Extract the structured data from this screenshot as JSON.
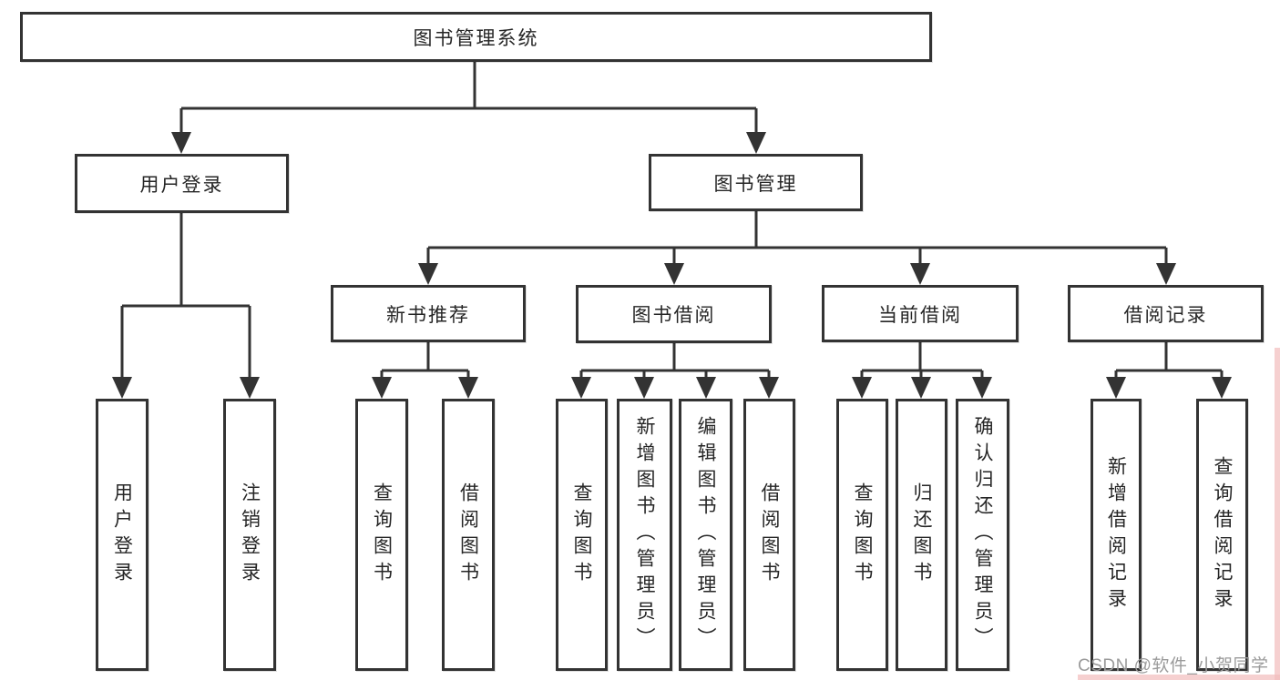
{
  "diagram": {
    "root": {
      "label": "图书管理系统"
    },
    "level2": [
      {
        "label": "用户登录",
        "children": [
          "用户登录",
          "注销登录"
        ]
      },
      {
        "label": "图书管理",
        "children": [
          {
            "label": "新书推荐",
            "children": [
              "查询图书",
              "借阅图书"
            ]
          },
          {
            "label": "图书借阅",
            "children": [
              "查询图书",
              "新增图书（管理员）",
              "编辑图书（管理员）",
              "借阅图书"
            ]
          },
          {
            "label": "当前借阅",
            "children": [
              "查询图书",
              "归还图书",
              "确认归还（管理员）"
            ]
          },
          {
            "label": "借阅记录",
            "children": [
              "新增借阅记录",
              "查询借阅记录"
            ]
          }
        ]
      }
    ],
    "watermark": "CSDN @软件_小贺同学",
    "colors": {
      "line": "#333333",
      "text": "#262626",
      "background": "#ffffff",
      "watermark": "#9b9b9b",
      "edge_tint": "#f2bcbc"
    }
  }
}
